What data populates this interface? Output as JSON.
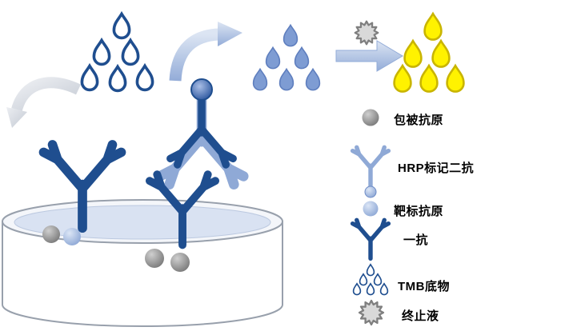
{
  "legend": {
    "items": [
      {
        "icon": "coating-antigen-ball-icon",
        "label": "包被抗原"
      },
      {
        "icon": "hrp-secondary-antibody-icon",
        "label": "HRP标记二抗"
      },
      {
        "icon": "target-antigen-ball-icon",
        "label": "靶标抗原"
      },
      {
        "icon": "primary-antibody-icon",
        "label": "一抗"
      },
      {
        "icon": "tmb-substrate-droplets-icon",
        "label": "TMB底物"
      },
      {
        "icon": "stop-solution-starburst-icon",
        "label": "终止液"
      }
    ]
  },
  "colors": {
    "dark_blue": "#1F4E8F",
    "light_blue": "#7E9CD3",
    "secondary_antibody_blue": "#8FA9D6",
    "pale_blue_liquid": "#D9E2F2",
    "arrow_blue_light": "#DCE5F3",
    "arrow_blue_dark": "#93ACD8",
    "arrow_gray_light": "#ECEEF2",
    "arrow_gray_dark": "#C3C9D3",
    "yellow": "#FFF200",
    "yellow_edge": "#C9B500",
    "gray_ball": "#8C8C8C",
    "star_fill": "#D9D9D9",
    "star_edge": "#7F7F7F",
    "dish_edge": "#98A0AC",
    "label_color": "#000000"
  }
}
